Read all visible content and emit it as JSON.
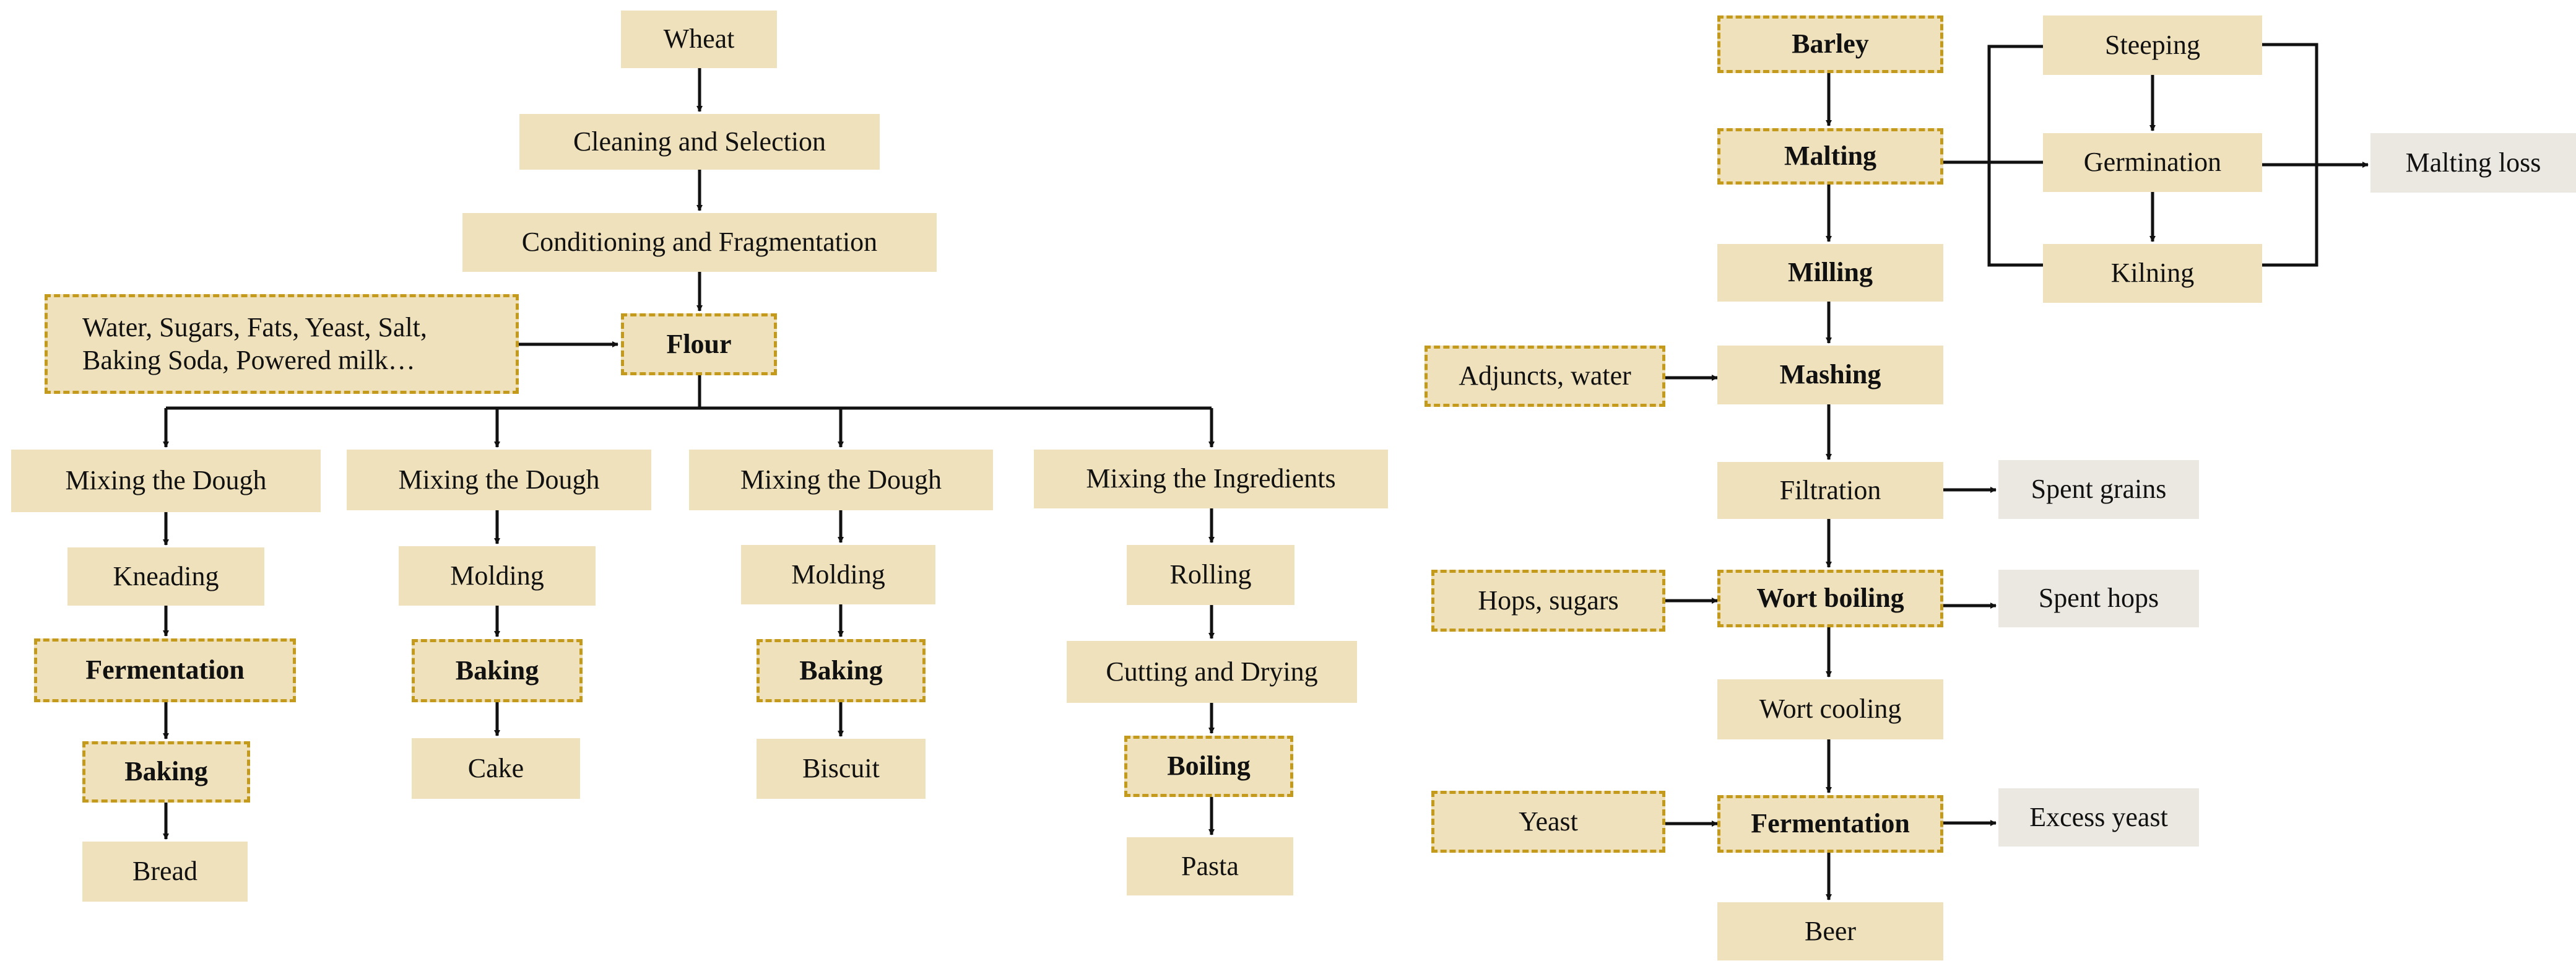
{
  "wheat_chart": {
    "wheat": "Wheat",
    "cleaning": "Cleaning and Selection",
    "conditioning": "Conditioning and Fragmentation",
    "additives_line1": "Water, Sugars, Fats, Yeast, Salt,",
    "additives_line2": "Baking Soda, Powered milk…",
    "flour": "Flour",
    "bread_branch": {
      "mixing": "Mixing the Dough",
      "kneading": "Kneading",
      "fermentation": "Fermentation",
      "baking": "Baking",
      "product": "Bread"
    },
    "cake_branch": {
      "mixing": "Mixing the Dough",
      "molding": "Molding",
      "baking": "Baking",
      "product": "Cake"
    },
    "biscuit_branch": {
      "mixing": "Mixing the Dough",
      "molding": "Molding",
      "baking": "Baking",
      "product": "Biscuit"
    },
    "pasta_branch": {
      "mixing": "Mixing the Ingredients",
      "rolling": "Rolling",
      "cutting": "Cutting and Drying",
      "boiling": "Boiling",
      "product": "Pasta"
    }
  },
  "barley_chart": {
    "barley": "Barley",
    "malting": "Malting",
    "milling": "Milling",
    "mashing": "Mashing",
    "filtration": "Filtration",
    "wort_boiling": "Wort boiling",
    "wort_cooling": "Wort cooling",
    "fermentation": "Fermentation",
    "beer": "Beer",
    "steeping": "Steeping",
    "germination": "Germination",
    "kilning": "Kilning",
    "malting_loss": "Malting loss",
    "adjuncts": "Adjuncts, water",
    "hops": "Hops, sugars",
    "yeast": "Yeast",
    "spent_grains": "Spent grains",
    "spent_hops": "Spent hops",
    "excess_yeast": "Excess yeast"
  },
  "colors": {
    "box_fill": "#efe1bb",
    "dashed_border": "#c49a1c",
    "byproduct_fill": "#ebe8e1",
    "line": "#111111"
  }
}
